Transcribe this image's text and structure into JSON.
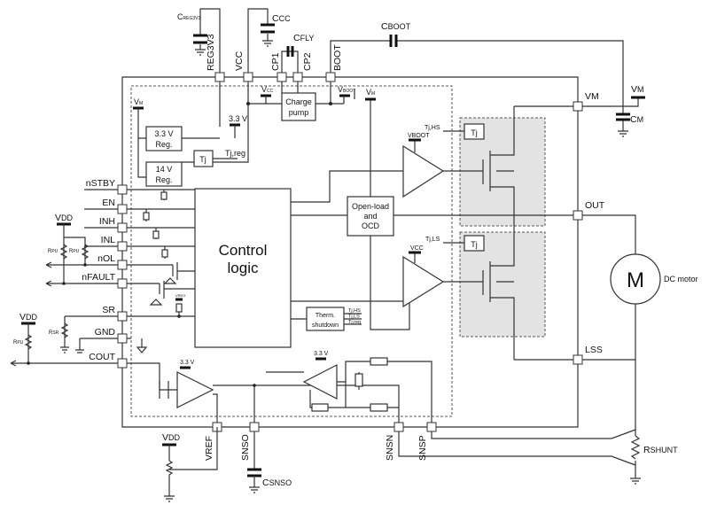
{
  "top_components": {
    "c_reg3v3": {
      "main": "C",
      "sub": "REG3V3"
    },
    "c_cc": {
      "main": "C",
      "sub": "CC"
    },
    "c_fly": {
      "main": "C",
      "sub": "FLY"
    },
    "c_boot": {
      "main": "C",
      "sub": "BOOT"
    }
  },
  "top_pins": [
    "REG3V3",
    "VCC",
    "CP1",
    "CP2",
    "BOOT"
  ],
  "internal": {
    "vm_rail": {
      "main": "V",
      "sub": "M"
    },
    "vcc_rail": {
      "main": "V",
      "sub": "CC"
    },
    "vboot_rail": {
      "main": "V",
      "sub": "BOOT"
    },
    "charge_pump": [
      "Charge",
      "pump"
    ],
    "reg33": [
      "3.3 V",
      "Reg."
    ],
    "reg14": [
      "14 V",
      "Reg."
    ],
    "tj": "Tj",
    "tj_reg": "Tj,reg",
    "v33": "3.3 V",
    "control_logic": [
      "Control",
      "logic"
    ],
    "open_load": [
      "Open-load",
      "and",
      "OCD"
    ],
    "tj_hs": "Tj,HS",
    "tj_ls": "Tj,LS",
    "vboot_label": "VBOOT",
    "vcc_label": "VCC",
    "therm": [
      "Therm.",
      "shutdown"
    ],
    "therm_outputs": [
      "Tj,HS",
      "Tj,LS",
      "Tj,reg"
    ],
    "vreg_small": "VREG"
  },
  "right": {
    "vm_pin": "VM",
    "out_pin": "OUT",
    "lss_pin": "LSS",
    "vm_supply": {
      "main": "V",
      "sub": "M"
    },
    "c_m": {
      "main": "C",
      "sub": "M"
    },
    "motor_symbol": "M",
    "motor_label": "DC motor",
    "r_shunt": {
      "main": "R",
      "sub": "SHUNT"
    }
  },
  "left_pins": [
    "nSTBY",
    "EN",
    "INH",
    "INL",
    "nOL",
    "nFAULT",
    "SR",
    "GND",
    "COUT"
  ],
  "left_components": {
    "vdd": {
      "main": "V",
      "sub": "DD"
    },
    "r_pu": {
      "main": "R",
      "sub": "PU"
    },
    "r_sr": {
      "main": "R",
      "sub": "SR"
    }
  },
  "bottom_pins": [
    "VREF",
    "SNSO",
    "SNSN",
    "SNSP"
  ],
  "bottom_components": {
    "vdd": {
      "main": "V",
      "sub": "DD"
    },
    "c_snso": {
      "main": "C",
      "sub": "SNSO"
    },
    "v33a": "3.3 V",
    "v33b": "3.3 V"
  }
}
